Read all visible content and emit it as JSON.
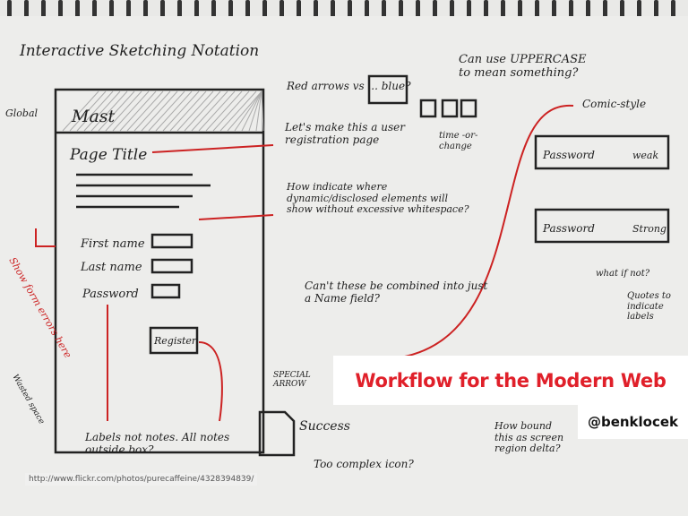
{
  "slide": {
    "title": "Workflow for the Modern Web",
    "handle": "@benklocek",
    "credit_url": "http://www.flickr.com/photos/purecaffeine/4328394839/",
    "accent_color": "#e0202a"
  },
  "sketch": {
    "heading": "Interactive Sketching Notation",
    "global": "Global",
    "mast": "Mast",
    "page_title": "Page Title",
    "first_name": "First name",
    "last_name": "Last name",
    "password": "Password",
    "register": "Register",
    "success": "Success",
    "notes": {
      "red_arrows": "Red arrows vs ... blue?",
      "uppercase": "Can use UPPERCASE to mean something?",
      "registration": "Let's make this a user registration page",
      "time": "time -or- change",
      "dynamic": "How indicate where dynamic/disclosed elements will show without excessive whitespace?",
      "combined": "Can't these be combined into just a Name field?",
      "show_errors": "Show form errors here",
      "labels": "Labels not notes. All notes outside box?",
      "special_arrow": "SPECIAL ARROW",
      "complex_icon": "Too complex icon?",
      "bound": "How bound this as screen region delta?",
      "comic": "Comic-style",
      "weak": "weak",
      "strong": "Strong",
      "what_if": "what if not?",
      "quotes": "Quotes to indicate labels",
      "wasted": "Wasted space"
    }
  }
}
